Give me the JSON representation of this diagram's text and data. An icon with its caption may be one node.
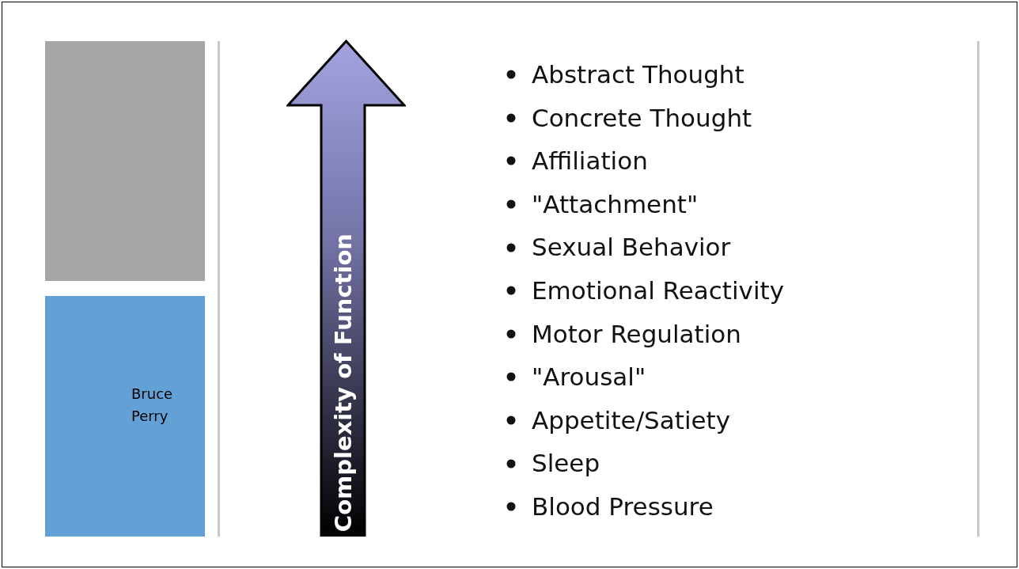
{
  "diagram": {
    "nodes": [
      {
        "text": [],
        "shape": "box"
      },
      {
        "text": [
          "Bruce Perry"
        ]
      },
      {
        "text": [
          "Complexity of Function"
        ]
      }
    ],
    "labels": [
      "Abstract Thought",
      "Concrete Thought",
      "Affiliation",
      "\"Attachment\"",
      "Sexual Behavior",
      "Emotional Reactivity",
      "Motor Regulation",
      "\"Arousal\"",
      "Appetite/Satiety",
      "Sleep",
      "Blood Pressure"
    ]
  }
}
